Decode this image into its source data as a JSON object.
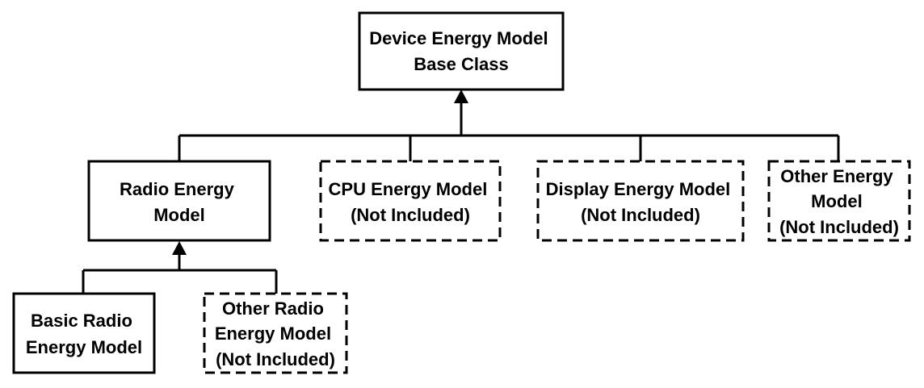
{
  "diagram": {
    "colors": {
      "stroke": "#000000",
      "background": "#ffffff",
      "text": "#000000"
    },
    "nodes": {
      "base": {
        "lines": [
          "Device Energy Model",
          "Base Class"
        ],
        "style": "solid"
      },
      "radio": {
        "lines": [
          "Radio Energy",
          "Model"
        ],
        "style": "solid"
      },
      "cpu": {
        "lines": [
          "CPU Energy Model",
          "(Not Included)"
        ],
        "style": "dashed"
      },
      "display": {
        "lines": [
          "Display Energy Model",
          "(Not Included)"
        ],
        "style": "dashed"
      },
      "other_energy": {
        "lines": [
          "Other Energy",
          "Model",
          "(Not Included)"
        ],
        "style": "dashed"
      },
      "basic_radio": {
        "lines": [
          "Basic Radio",
          "Energy Model"
        ],
        "style": "solid"
      },
      "other_radio": {
        "lines": [
          "Other Radio",
          "Energy Model",
          "(Not Included)"
        ],
        "style": "dashed"
      }
    },
    "edges": [
      {
        "from": "radio",
        "to": "base",
        "type": "inheritance"
      },
      {
        "from": "cpu",
        "to": "base",
        "type": "inheritance"
      },
      {
        "from": "display",
        "to": "base",
        "type": "inheritance"
      },
      {
        "from": "other_energy",
        "to": "base",
        "type": "inheritance"
      },
      {
        "from": "basic_radio",
        "to": "radio",
        "type": "inheritance"
      },
      {
        "from": "other_radio",
        "to": "radio",
        "type": "inheritance"
      }
    ]
  }
}
